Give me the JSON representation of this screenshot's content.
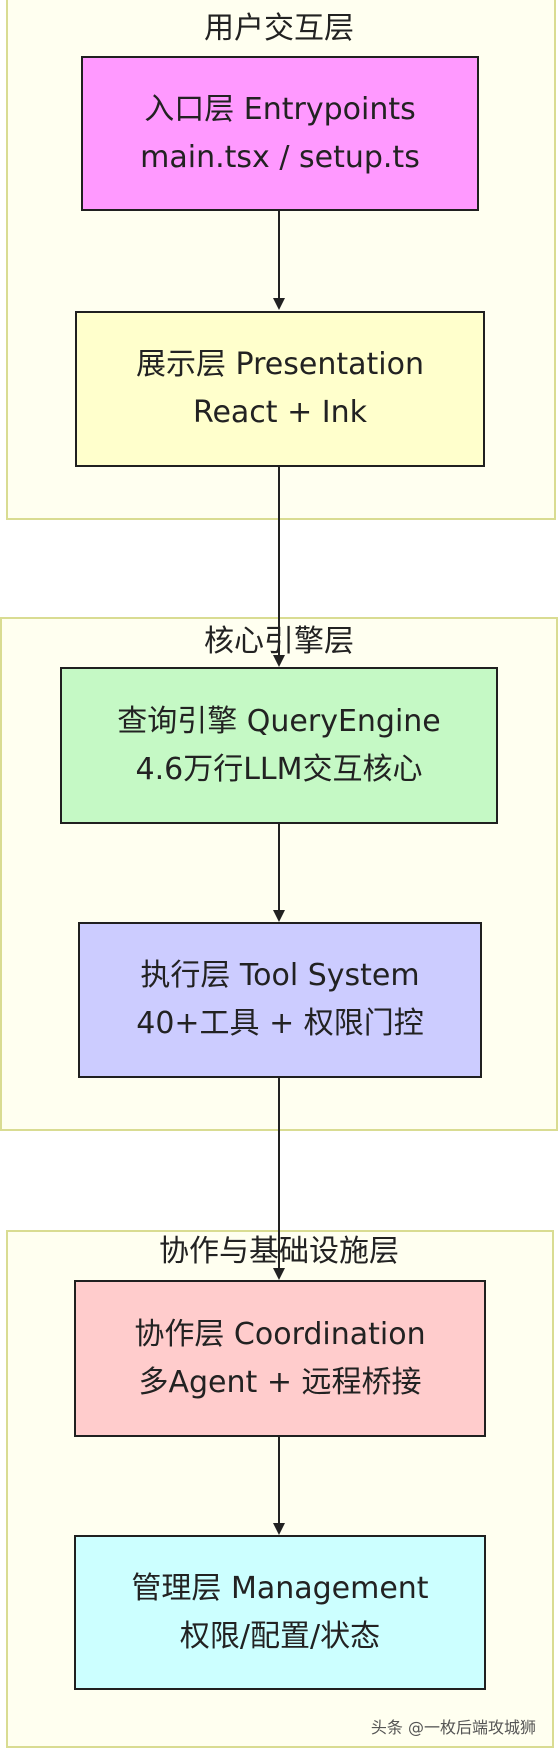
{
  "groups": [
    {
      "label": "用户交互层",
      "fill": "#fffff0",
      "nodes": [
        {
          "line1": "入口层 Entrypoints",
          "line2": "main.tsx / setup.ts",
          "fill": "#ff99ff"
        },
        {
          "line1": "展示层 Presentation",
          "line2": "React + Ink",
          "fill": "#ffffcc"
        }
      ]
    },
    {
      "label": "核心引擎层",
      "fill": "#fffff0",
      "nodes": [
        {
          "line1": "查询引擎 QueryEngine",
          "line2": "4.6万行LLM交互核心",
          "fill": "#c5f9c5"
        },
        {
          "line1": "执行层 Tool System",
          "line2": "40+工具 + 权限门控",
          "fill": "#ccccff"
        }
      ]
    },
    {
      "label": "协作与基础设施层",
      "fill": "#fffff0",
      "nodes": [
        {
          "line1": "协作层 Coordination",
          "line2": "多Agent + 远程桥接",
          "fill": "#ffcccc"
        },
        {
          "line1": "管理层 Management",
          "line2": "权限/配置/状态",
          "fill": "#ccffff"
        }
      ]
    }
  ],
  "watermark": "头条 @一枚后端攻城狮"
}
